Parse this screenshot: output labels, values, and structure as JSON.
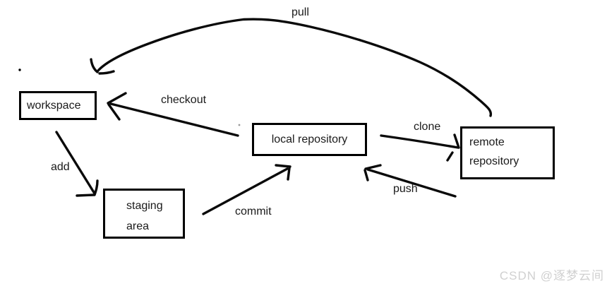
{
  "canvas": {
    "background": "#ffffff",
    "ink": "#000000"
  },
  "nodes": {
    "workspace": {
      "label": "workspace"
    },
    "local_repository": {
      "label": "local repository"
    },
    "staging_area": {
      "line1": "staging",
      "line2": "area"
    },
    "remote_repository": {
      "line1": "remote",
      "line2": "repository"
    }
  },
  "edges": {
    "pull": {
      "label": "pull",
      "from": "remote_repository",
      "to": "workspace",
      "style": "hand-drawn curve"
    },
    "checkout": {
      "label": "checkout",
      "from": "local_repository",
      "to": "workspace"
    },
    "clone": {
      "label": "clone",
      "from": "local_repository",
      "to": "remote_repository"
    },
    "add": {
      "label": "add",
      "from": "workspace",
      "to": "staging_area"
    },
    "commit": {
      "label": "commit",
      "from": "staging_area",
      "to": "local_repository"
    },
    "push": {
      "label": "push",
      "from": "remote_repository",
      "to": "local_repository"
    }
  },
  "watermark": {
    "text": "CSDN @逐梦云间",
    "color": "#d0d0d0"
  }
}
